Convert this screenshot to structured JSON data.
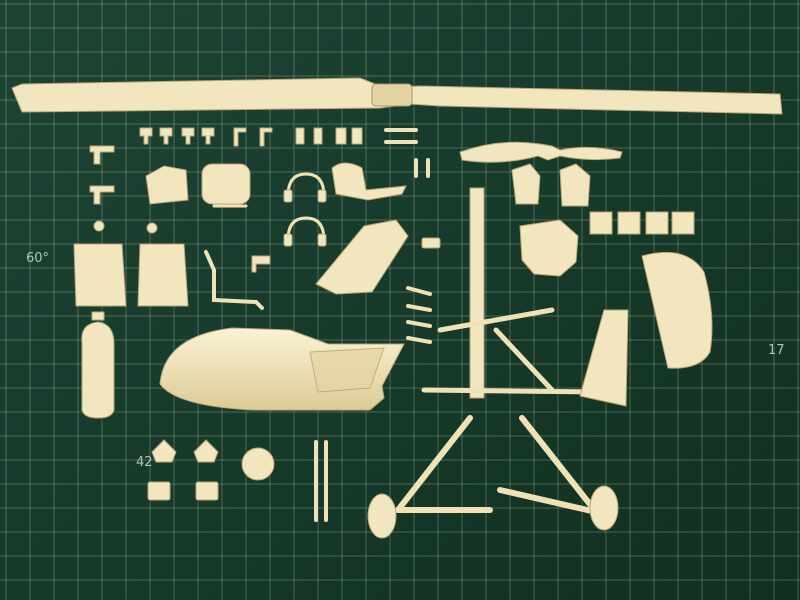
{
  "photo": {
    "mat_labels": [
      "60°",
      "17",
      "42"
    ]
  },
  "colors": {
    "mat": "#16392a",
    "grid_line": "#cfe0cf",
    "plastic": "#f1e6bd",
    "plastic_shadow": "#b9a778"
  }
}
